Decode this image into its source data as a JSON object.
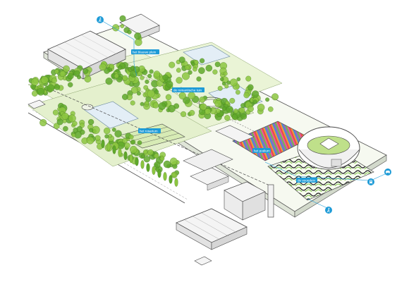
{
  "labels": {
    "blauwe_plein": "het blauwe plein",
    "romantische_tuin": "de romantische tuin",
    "rosarium": "het rosarium",
    "podium": "het podium",
    "voorplein": "de voorplein"
  },
  "icons": {
    "pedestrian_top": "pedestrian-icon",
    "pedestrian_bottom": "pedestrian-icon",
    "transit": "tram-icon",
    "car": "car-icon"
  },
  "colors": {
    "accent": "#1e9bd7",
    "lawn": "#e9f3d4",
    "tree": "#8cc63f",
    "tree_dark": "#5fa82a",
    "water": "#e3eef6",
    "building": "#f4f4f4",
    "outline": "#4a4a4a"
  }
}
